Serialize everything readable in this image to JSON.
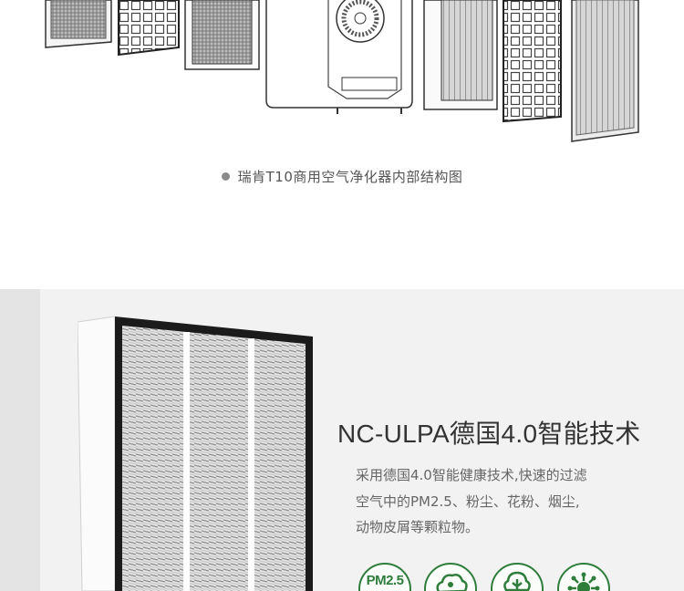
{
  "top_section": {
    "caption": "瑞肯T10商用空气净化器内部结构图"
  },
  "feature": {
    "heading": "NC-ULPA德国4.0智能技术",
    "description_lines": [
      "采用德国4.0智能健康技术,快速的过滤",
      "空气中的PM2.5、粉尘、花粉、烟尘,",
      "动物皮屑等颗粒物。"
    ],
    "badges": [
      {
        "icon": "pm25-icon",
        "text": "PM2.5"
      },
      {
        "icon": "cloud-icon"
      },
      {
        "icon": "tree-icon"
      },
      {
        "icon": "virus-icon"
      }
    ]
  },
  "colors": {
    "badge_green": "#2e7d3b",
    "band_background": "#f2f2f2",
    "caption_dot": "#8a8a8a"
  }
}
